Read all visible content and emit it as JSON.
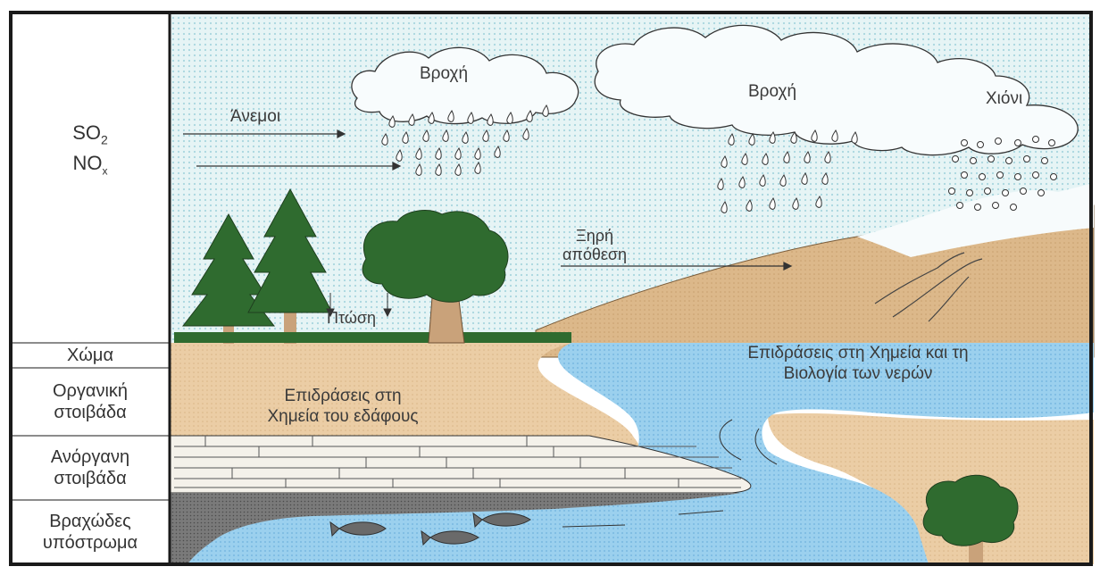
{
  "side_layers": {
    "pollutants_line1": "SO",
    "pollutants_line1_sub": "2",
    "pollutants_line2": "NO",
    "pollutants_line2_sub": "x",
    "soil": "Χώμα",
    "organic_line1": "Οργανική",
    "organic_line2": "στοιβάδα",
    "inorganic_line1": "Ανόργανη",
    "inorganic_line2": "στοιβάδα",
    "bedrock_line1": "Βραχώδες",
    "bedrock_line2": "υπόστρωμα"
  },
  "scene": {
    "winds": "Άνεμοι",
    "rain_1": "Βροχή",
    "rain_2": "Βροχή",
    "snow": "Χιόνι",
    "dry_deposition_line1": "Ξηρή",
    "dry_deposition_line2": "απόθεση",
    "fall": "Πτώση",
    "water_effects_line1": "Επιδράσεις στη Χημεία και τη",
    "water_effects_line2": "Βιολογία των νερών",
    "soil_effects_line1": "Επιδράσεις στη",
    "soil_effects_line2": "Χημεία του εδάφους"
  },
  "colors": {
    "sky": "#d8eef0",
    "sky_dots": "#bfe0e6",
    "soil": "#e8c9a0",
    "mountain": "#d9b487",
    "water": "#8ec8e8",
    "rock": "#f3efe6",
    "bedrock": "#6e6e6e",
    "tree": "#2f6b2f",
    "trunk": "#c9a27a",
    "border": "#1a1a1a"
  }
}
